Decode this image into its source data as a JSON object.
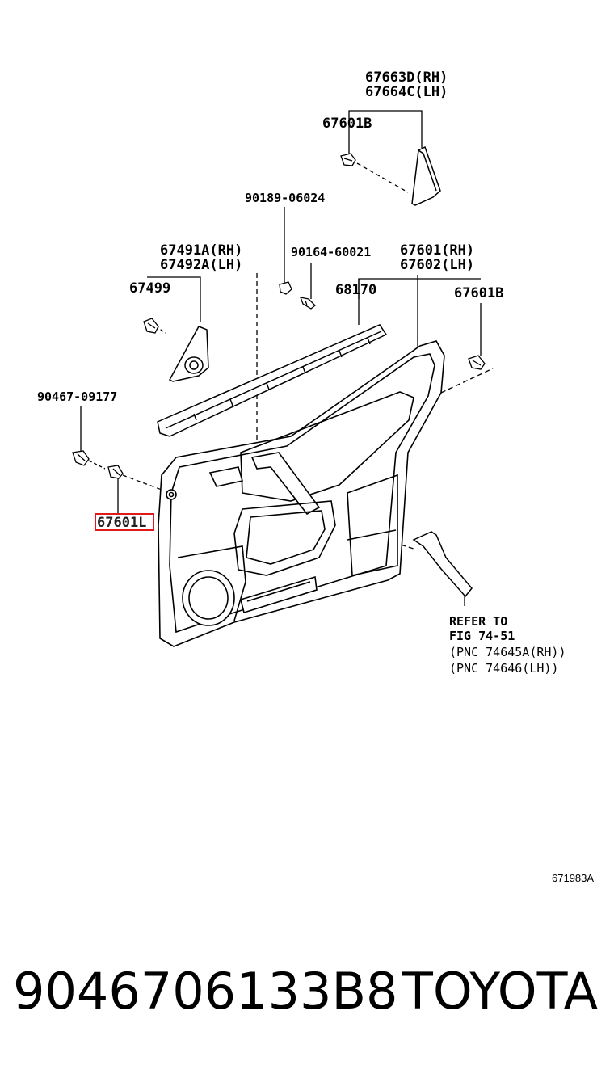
{
  "diagram": {
    "labels": {
      "p67663d": "67663D(RH)",
      "p67664c": "67664C(LH)",
      "p67601b_top": "67601B",
      "p90189": "90189-06024",
      "p67491a": "67491A(RH)",
      "p67492a": "67492A(LH)",
      "p90164": "90164-60021",
      "p67601": "67601(RH)",
      "p67602": "67602(LH)",
      "p67499": "67499",
      "p68170": "68170",
      "p67601b_right": "67601B",
      "p90467": "90467-09177",
      "p67601l_highlight": "67601L"
    },
    "reference": {
      "line1": "REFER TO",
      "line2": "FIG 74-51",
      "line3": "(PNC 74645A(RH))",
      "line4": "(PNC 74646(LH))"
    },
    "drawing_code": "671983A",
    "highlight_color": "#e0191b"
  },
  "footer": {
    "part_number": "9046706133B8",
    "brand": "TOYOTA"
  }
}
